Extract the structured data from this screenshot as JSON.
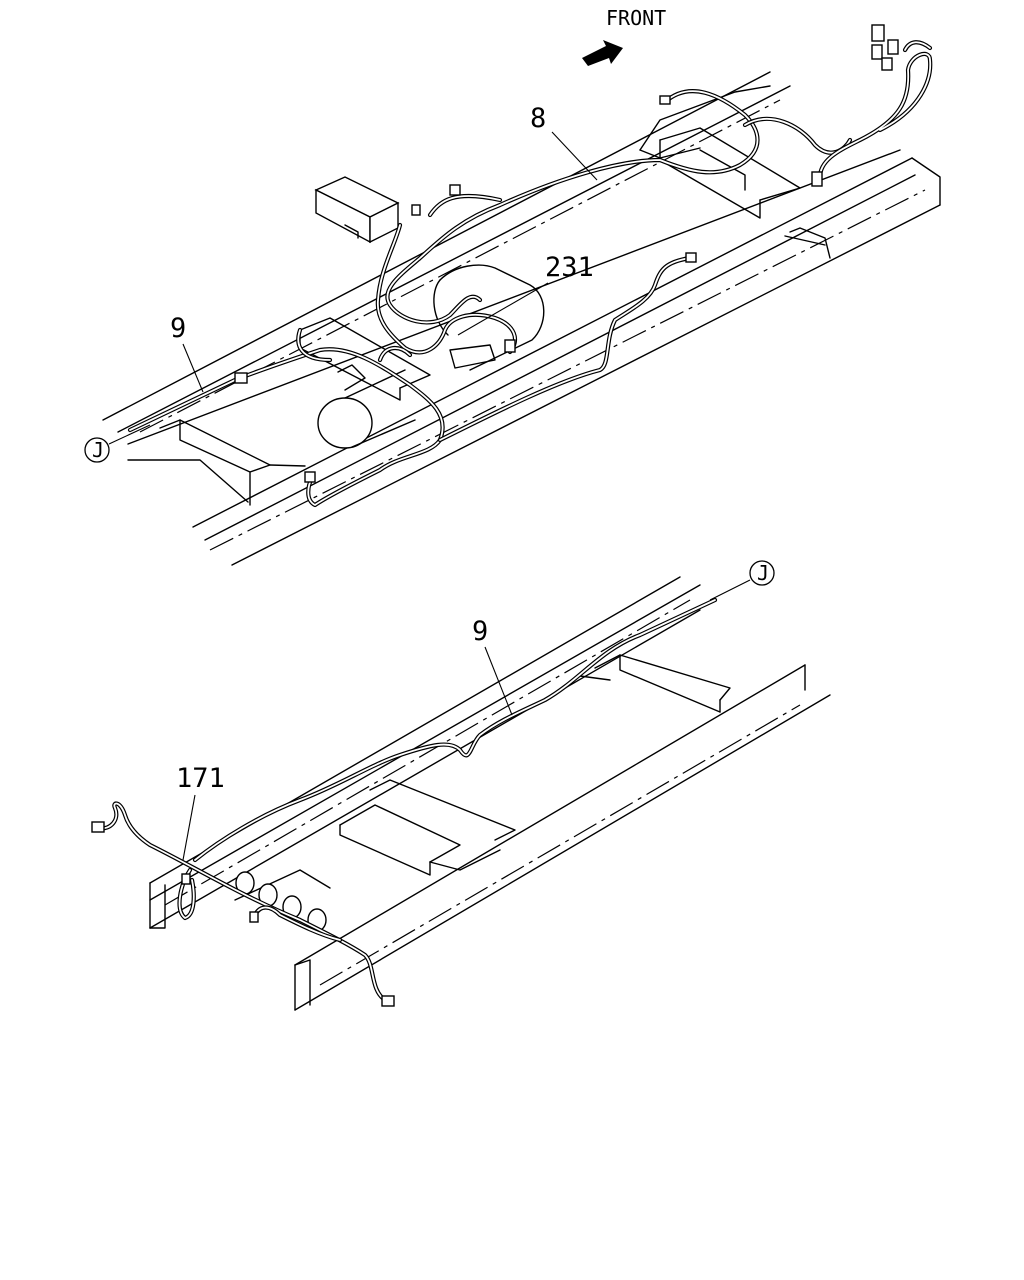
{
  "direction_label": "FRONT",
  "callouts": {
    "top_harness_main": "8",
    "top_harness_rear": "9",
    "top_harness_center": "231",
    "bottom_harness_rear": "9",
    "bottom_harness_tail": "171"
  },
  "connector_refs": {
    "top_left": "J",
    "bottom_right": "J"
  },
  "icons": {
    "direction_arrow": "arrow-right-icon"
  }
}
